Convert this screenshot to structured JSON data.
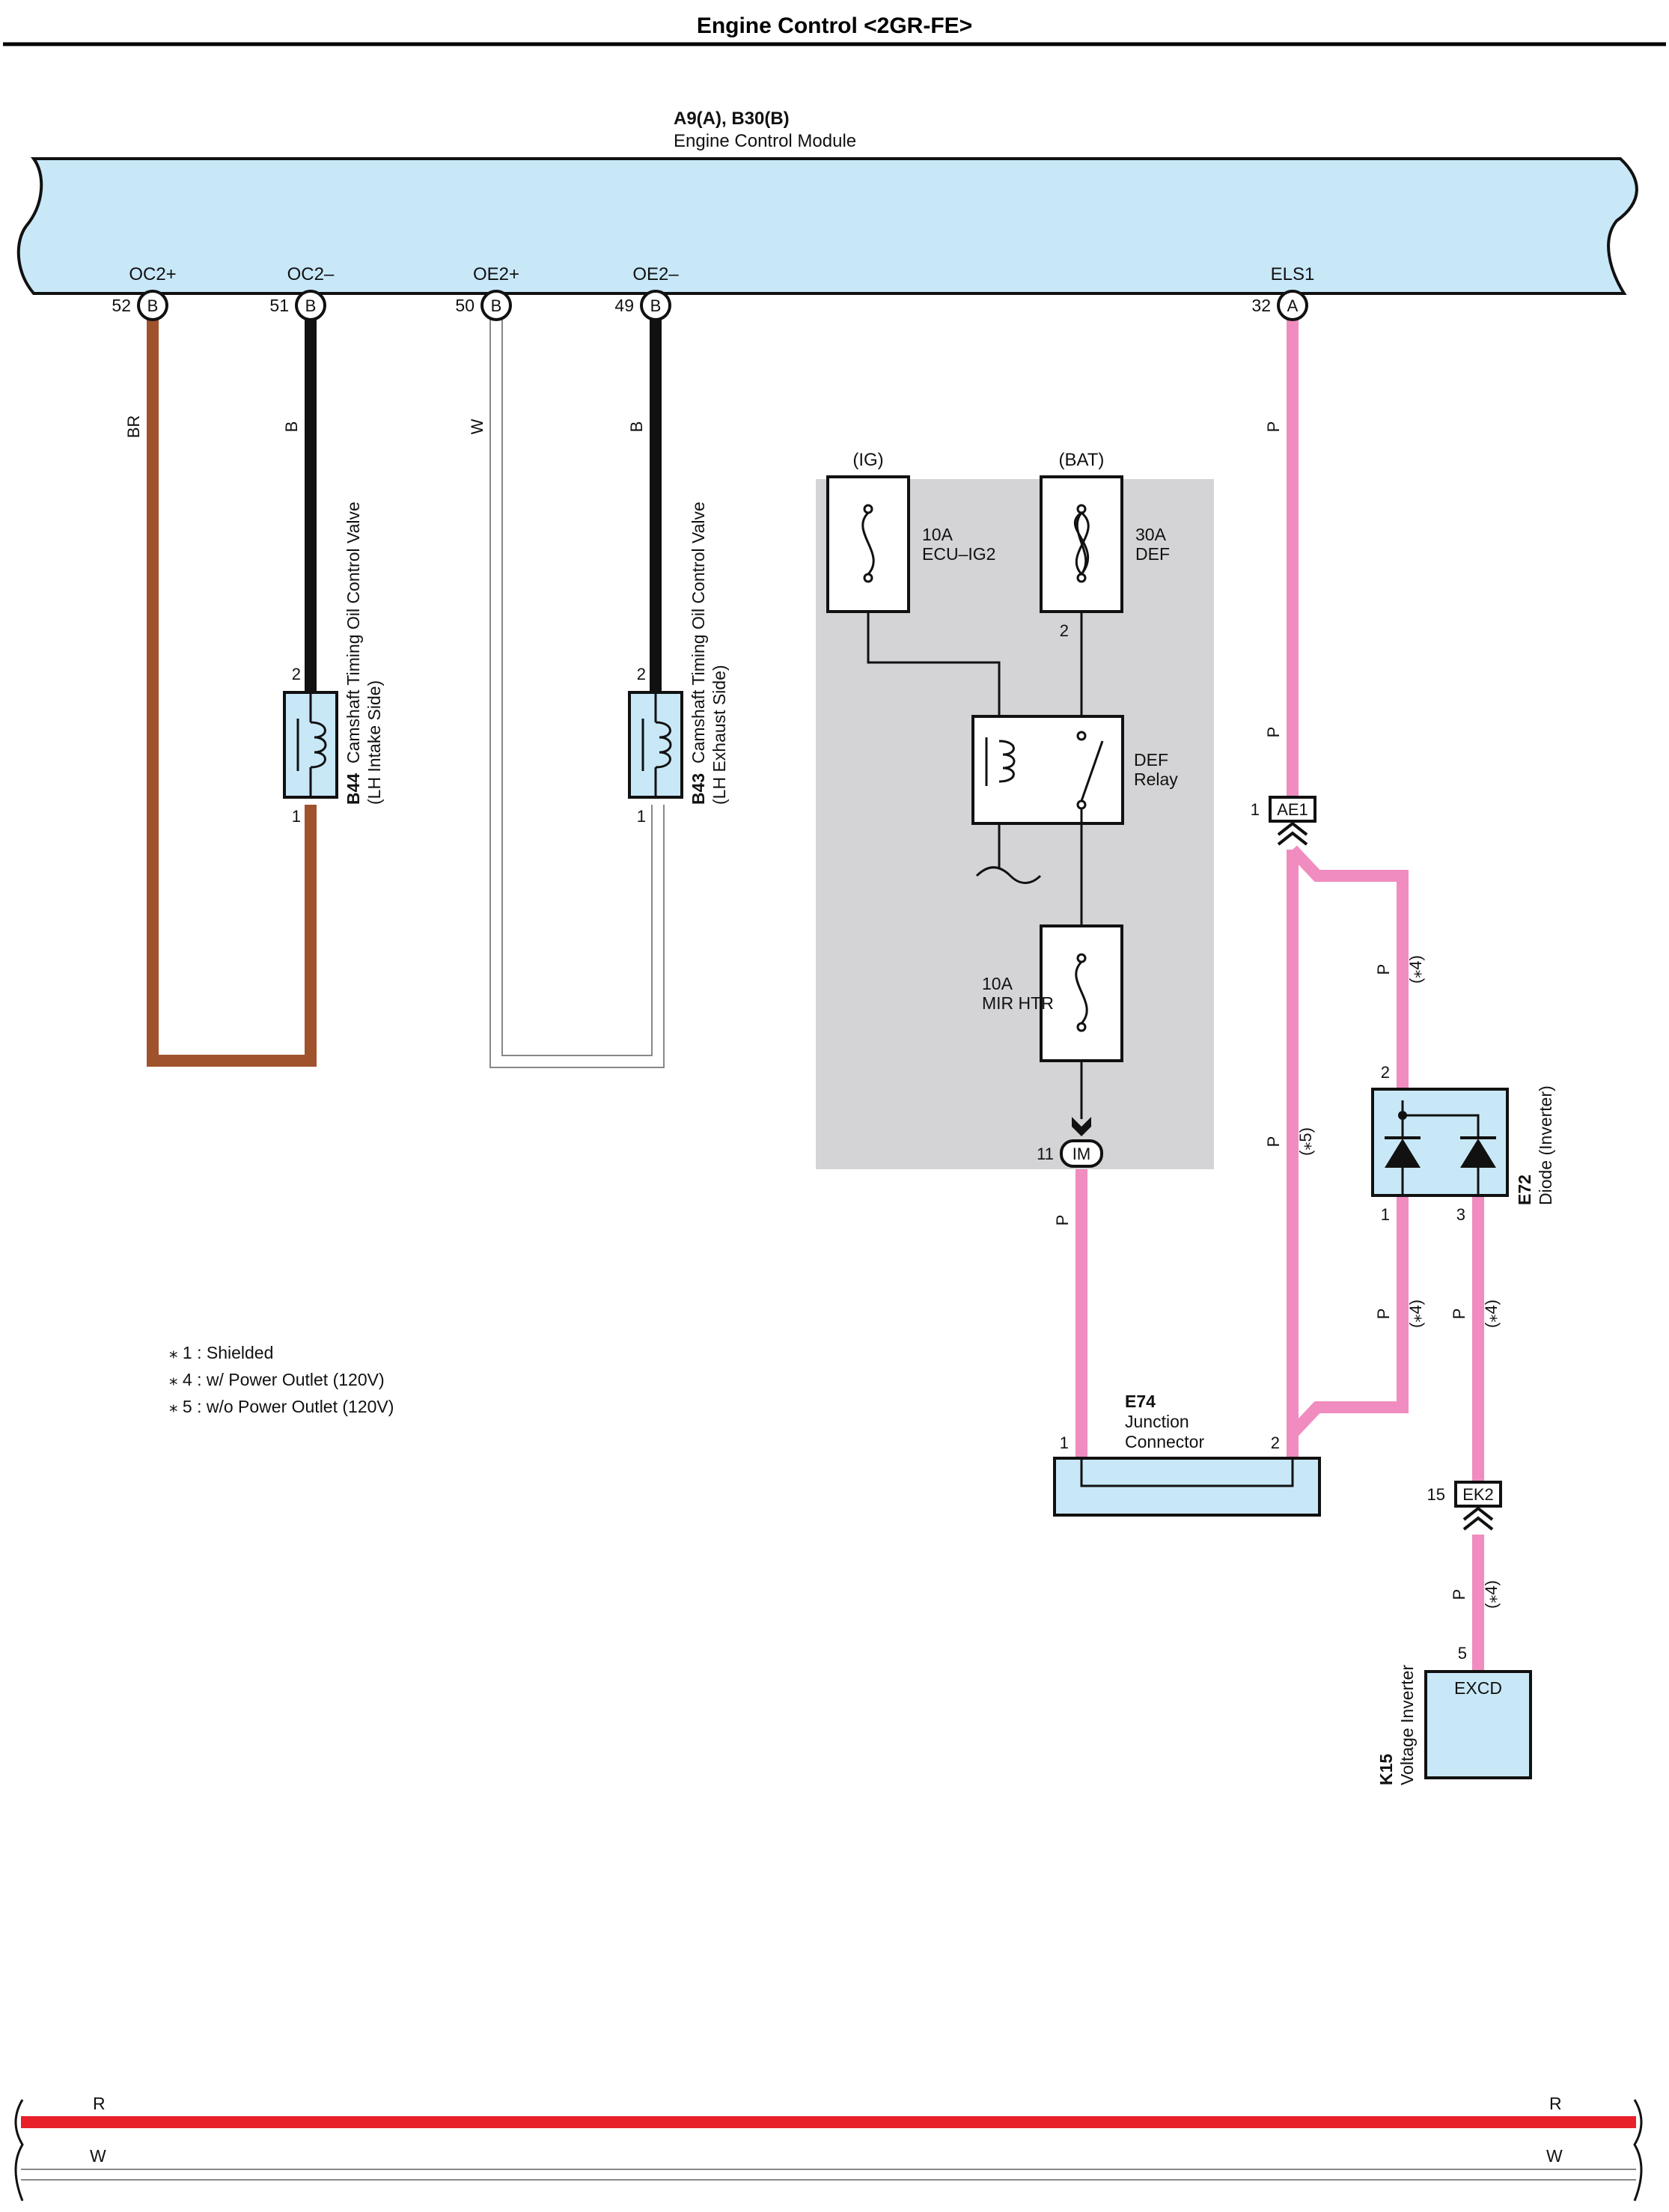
{
  "header": {
    "title": "Engine Control <2GR-FE>"
  },
  "ecm": {
    "code": "A9(A), B30(B)",
    "name": "Engine Control Module"
  },
  "ecm_pins": [
    {
      "name": "OC2+",
      "number": "52",
      "connector": "B"
    },
    {
      "name": "OC2–",
      "number": "51",
      "connector": "B"
    },
    {
      "name": "OE2+",
      "number": "50",
      "connector": "B"
    },
    {
      "name": "OE2–",
      "number": "49",
      "connector": "B"
    },
    {
      "name": "ELS1",
      "number": "32",
      "connector": "A"
    }
  ],
  "wire_colors": {
    "br": "BR",
    "b1": "B",
    "w": "W",
    "b2": "B",
    "p_els1": "P",
    "p_ae1": "P",
    "p_main": "P",
    "p_im": "P",
    "p_diode_in": "P",
    "p_diode_out1": "P",
    "p_diode_out3": "P",
    "p_ek2": "P"
  },
  "colors": {
    "ecm_fill": "#c8e8f8",
    "brown": "#a0522d",
    "black": "#111111",
    "white_wire": "#888888",
    "pink": "#f08cbf",
    "red": "#e8202a",
    "relay_panel": "#d4d4d6",
    "component_fill": "#c8e8f8"
  },
  "b44": {
    "code": "B44",
    "line1": "Camshaft Timing Oil Control Valve",
    "line2": "(LH Intake Side)",
    "pin_top": "2",
    "pin_bottom": "1"
  },
  "b43": {
    "code": "B43",
    "line1": "Camshaft Timing Oil Control Valve",
    "line2": "(LH Exhaust Side)",
    "pin_top": "2",
    "pin_bottom": "1"
  },
  "relay_block": {
    "ig_label": "(IG)",
    "bat_label": "(BAT)",
    "fuse1_amp": "10A",
    "fuse1_name": "ECU–IG2",
    "fuse2_amp": "30A",
    "fuse2_name": "DEF",
    "fuse2_pin": "2",
    "relay_line1": "DEF",
    "relay_line2": "Relay",
    "fuse3_amp": "10A",
    "fuse3_name": "MIR HTR",
    "im_pin": "11",
    "im_label": "IM"
  },
  "ae1": {
    "pin": "1",
    "label": "AE1"
  },
  "e72": {
    "code": "E72",
    "name": "Diode (Inverter)",
    "pin_top": "2",
    "pin_left": "1",
    "pin_right": "3"
  },
  "e74": {
    "code": "E74",
    "line1": "Junction",
    "line2": "Connector",
    "pin_left": "1",
    "pin_right": "2"
  },
  "ek2": {
    "pin": "15",
    "label": "EK2"
  },
  "k15": {
    "code": "K15",
    "name": "Voltage Inverter",
    "pin": "5",
    "terminal": "EXCD"
  },
  "notes": {
    "star4": "(⁎4)",
    "star5": "(⁎5)",
    "items": [
      "⁎ 1 : Shielded",
      "⁎ 4 : w/ Power Outlet (120V)",
      "⁎ 5 : w/o Power Outlet (120V)"
    ]
  },
  "bus": {
    "r_left": "R",
    "r_right": "R",
    "w_left": "W",
    "w_right": "W"
  }
}
